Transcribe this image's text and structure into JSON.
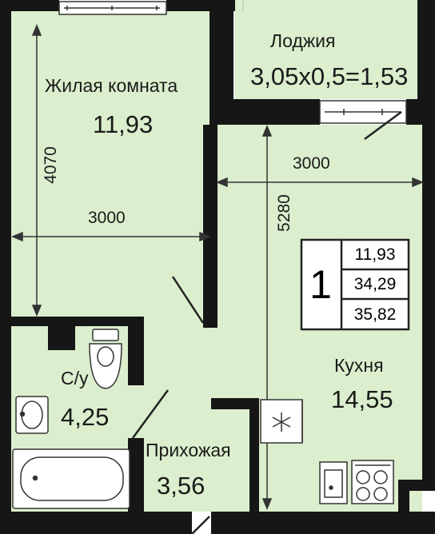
{
  "colors": {
    "floor": "#dbeecd",
    "wall": "#161616",
    "line": "#333333"
  },
  "rooms": {
    "living": {
      "name": "Жилая комната",
      "area": "11,93"
    },
    "loggia": {
      "name": "Лоджия",
      "area": "3,05x0,5=1,53"
    },
    "bathroom": {
      "name": "С/у",
      "area": "4,25"
    },
    "hallway": {
      "name": "Прихожая",
      "area": "3,56"
    },
    "kitchen": {
      "name": "Кухня",
      "area": "14,55"
    }
  },
  "dimensions": {
    "living_height": "4070",
    "living_width": "3000",
    "kitchen_width": "3000",
    "kitchen_height": "5280"
  },
  "summary": {
    "rooms_count": "1",
    "living_area": "11,93",
    "total_area": "34,29",
    "total_with_loggia": "35,82"
  },
  "icons": [
    "toilet-icon",
    "sink-icon",
    "bathtub-icon",
    "fridge-icon",
    "kitchen-sink-icon",
    "stove-icon",
    "window-icon",
    "door-icon"
  ]
}
